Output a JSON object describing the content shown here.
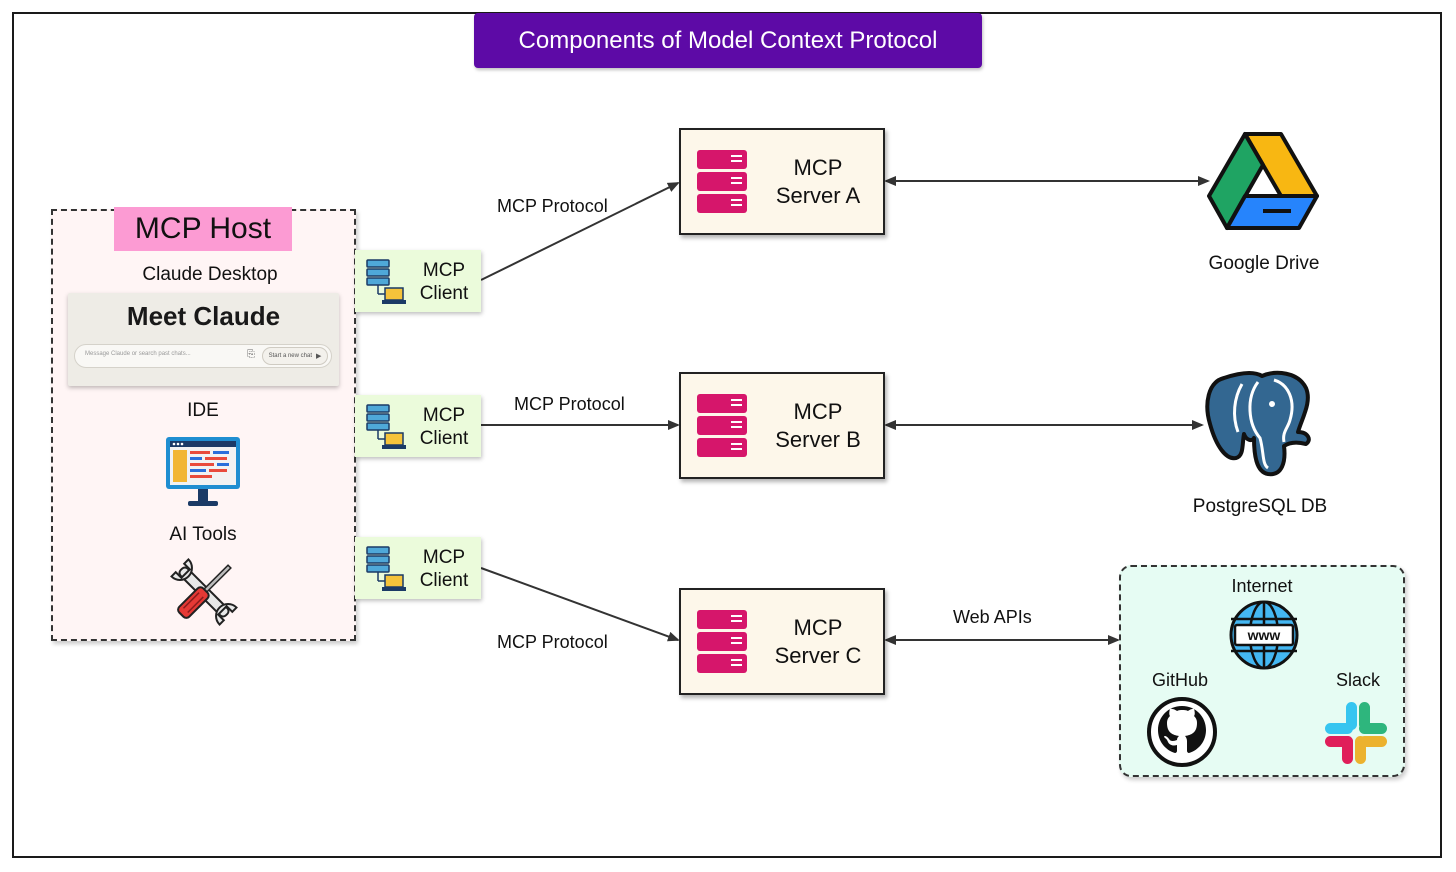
{
  "title": "Components of Model Context Protocol",
  "host": {
    "label": "MCP Host",
    "claude_desktop_label": "Claude Desktop",
    "claude_card": {
      "heading": "Meet Claude",
      "search_placeholder": "Message Claude or search past chats...",
      "new_chat_label": "Start a new chat"
    },
    "ide_label": "IDE",
    "ai_tools_label": "AI Tools"
  },
  "clients": [
    {
      "line1": "MCP",
      "line2": "Client"
    },
    {
      "line1": "MCP",
      "line2": "Client"
    },
    {
      "line1": "MCP",
      "line2": "Client"
    }
  ],
  "protocol_labels": [
    "MCP Protocol",
    "MCP Protocol",
    "MCP Protocol"
  ],
  "servers": [
    {
      "line1": "MCP",
      "line2": "Server A"
    },
    {
      "line1": "MCP",
      "line2": "Server B"
    },
    {
      "line1": "MCP",
      "line2": "Server C"
    }
  ],
  "resources": {
    "google_drive": "Google Drive",
    "postgres": "PostgreSQL DB",
    "web_apis_label": "Web APIs",
    "internet": "Internet",
    "github": "GitHub",
    "slack": "Slack"
  },
  "colors": {
    "title_bg": "#5d0aa6",
    "host_label_bg": "#fc9bd3",
    "host_bg": "#fff5f5",
    "client_bg": "#ebfbdb",
    "server_bg": "#fdf7ea",
    "server_icon": "#d6166b",
    "services_bg": "#e6fcf3"
  }
}
